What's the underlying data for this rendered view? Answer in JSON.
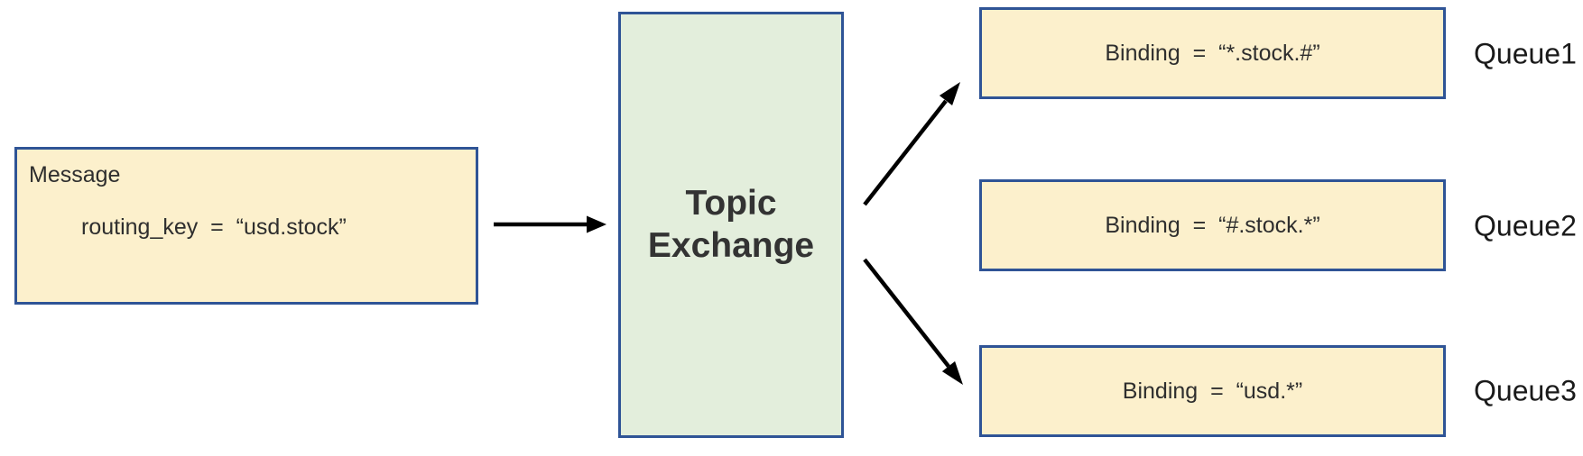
{
  "message_box": {
    "title": "Message",
    "routing_key": "routing_key  =  “usd.stock”"
  },
  "exchange": {
    "line1": "Topic",
    "line2": "Exchange"
  },
  "queues": [
    {
      "name": "Queue1",
      "binding": "Binding  =  “*.stock.#”"
    },
    {
      "name": "Queue2",
      "binding": "Binding  =  “#.stock.*”"
    },
    {
      "name": "Queue3",
      "binding": "Binding  =  “usd.*”"
    }
  ],
  "arrows": [
    {
      "from": "message-box",
      "to": "topic-exchange"
    },
    {
      "from": "topic-exchange",
      "to": "queue1-binding"
    },
    {
      "from": "topic-exchange",
      "to": "queue3-binding"
    }
  ],
  "colors": {
    "box_fill_cream": "#FCF0CC",
    "exchange_fill_green": "#E3EEDC",
    "border_blue": "#2F5496",
    "arrow_black": "#000000",
    "text_dark": "#2E2E2E"
  }
}
